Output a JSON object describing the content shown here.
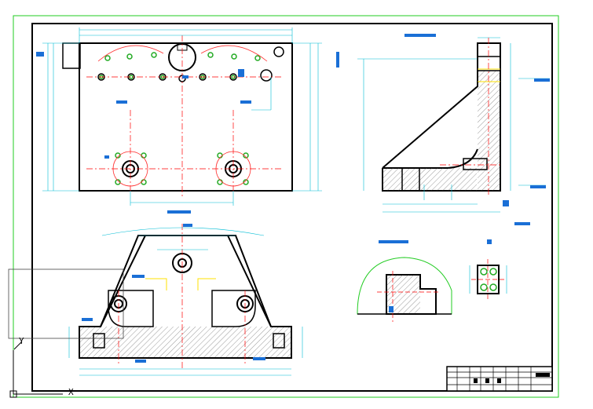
{
  "drawing": {
    "title_block": {
      "row_labels": [
        "",
        "",
        "",
        "",
        "",
        "",
        "",
        "",
        "",
        "",
        ""
      ],
      "marks": [
        "",
        "",
        "",
        ""
      ]
    },
    "views": [
      {
        "id": "top-view"
      },
      {
        "id": "side-view"
      },
      {
        "id": "front-view"
      },
      {
        "id": "detail-view"
      },
      {
        "id": "small-part-view"
      }
    ],
    "ucs": {
      "x_label": "X",
      "y_label": "Y"
    },
    "colors": {
      "background": "#ffffff",
      "frame_outer": "#22cc22",
      "frame_inner": "#000000",
      "geometry": "#000000",
      "dimension": "#00bcd4",
      "centerline": "#ff0000",
      "hatch": "#555555",
      "hole_marker": "#22aa22",
      "hidden": "#ffe000",
      "label_blue": "#1a6fd6"
    }
  }
}
